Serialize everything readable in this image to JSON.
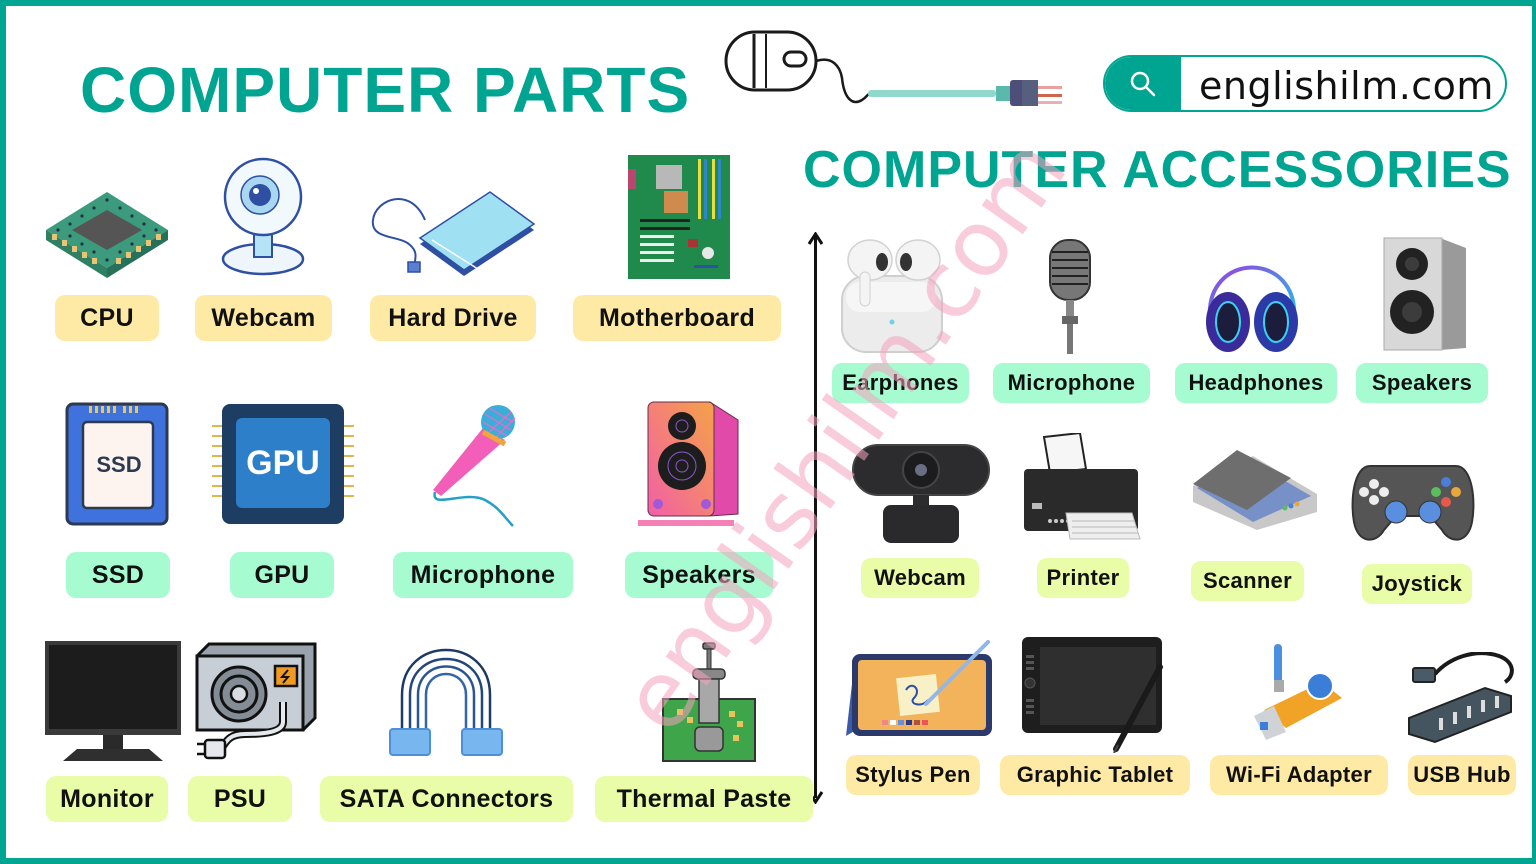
{
  "header": {
    "title_parts": "COMPUTER PARTS",
    "title_accessories": "COMPUTER ACCESSORIES",
    "search_text": "englishilm.com",
    "search_icon": "search-icon",
    "decor_icon": "mouse-cable-plug-icon"
  },
  "watermark": "englishilm.com",
  "colors": {
    "brand": "#00a591",
    "label_yellow": "#ffeaa5",
    "label_green": "#a6fbd1",
    "label_lime": "#e9fca8"
  },
  "computer_parts": [
    {
      "label": "CPU",
      "icon": "cpu-chip-icon"
    },
    {
      "label": "Webcam",
      "icon": "webcam-icon"
    },
    {
      "label": "Hard Drive",
      "icon": "external-hard-drive-icon"
    },
    {
      "label": "Motherboard",
      "icon": "motherboard-icon"
    },
    {
      "label": "SSD",
      "icon": "ssd-icon"
    },
    {
      "label": "GPU",
      "icon": "gpu-chip-icon"
    },
    {
      "label": "Microphone",
      "icon": "handheld-microphone-icon"
    },
    {
      "label": "Speakers",
      "icon": "speaker-icon"
    },
    {
      "label": "Monitor",
      "icon": "monitor-icon"
    },
    {
      "label": "PSU",
      "icon": "power-supply-icon"
    },
    {
      "label": "SATA Connectors",
      "icon": "sata-cable-icon"
    },
    {
      "label": "Thermal Paste",
      "icon": "thermal-paste-syringe-icon"
    }
  ],
  "computer_accessories": [
    {
      "label": "Earphones",
      "icon": "earbuds-icon"
    },
    {
      "label": "Microphone",
      "icon": "studio-microphone-icon"
    },
    {
      "label": "Headphones",
      "icon": "headphones-icon"
    },
    {
      "label": "Speakers",
      "icon": "tower-speaker-icon"
    },
    {
      "label": "Webcam",
      "icon": "webcam-icon"
    },
    {
      "label": "Printer",
      "icon": "printer-icon"
    },
    {
      "label": "Scanner",
      "icon": "scanner-icon"
    },
    {
      "label": "Joystick",
      "icon": "gamepad-icon"
    },
    {
      "label": "Stylus Pen",
      "icon": "tablet-stylus-icon"
    },
    {
      "label": "Graphic Tablet",
      "icon": "graphic-tablet-icon"
    },
    {
      "label": "Wi-Fi Adapter",
      "icon": "wifi-usb-adapter-icon"
    },
    {
      "label": "USB Hub",
      "icon": "usb-hub-icon"
    }
  ]
}
